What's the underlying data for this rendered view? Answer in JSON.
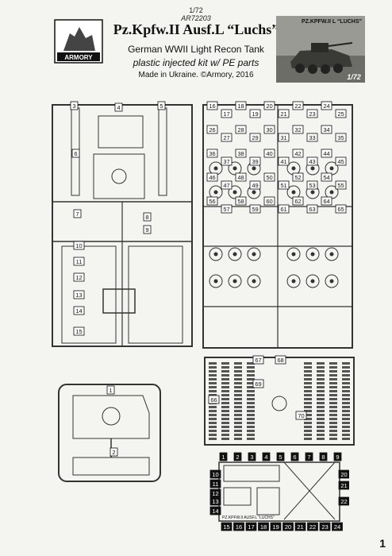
{
  "header": {
    "scale": "1/72",
    "catalog_number": "AR72203",
    "title": "Pz.Kpfw.II Ausf.L “Luchs”",
    "subtitle": "German WWII Light Recon Tank",
    "kit_type": "plastic injected kit w/ PE parts",
    "made_in": "Made in Ukraine. ©Armory, 2016",
    "brand": "ARMORY"
  },
  "box_art": {
    "title": "PZ.KPFW.II L “LUCHS”",
    "scale": "1/72"
  },
  "sprue_a_labels": [
    "3",
    "4",
    "5",
    "6",
    "7",
    "8",
    "9",
    "10",
    "11",
    "12",
    "13",
    "14",
    "15"
  ],
  "sprue_b_labels": [
    "16",
    "17",
    "18",
    "19",
    "20",
    "21",
    "22",
    "23",
    "24",
    "25",
    "26",
    "27",
    "28",
    "29",
    "30",
    "31",
    "32",
    "33",
    "34",
    "35",
    "36",
    "37",
    "38",
    "39",
    "40",
    "41",
    "42",
    "43",
    "44",
    "45",
    "46",
    "47",
    "48",
    "49",
    "50",
    "51",
    "52",
    "53",
    "54",
    "55",
    "56",
    "57",
    "58",
    "59",
    "60",
    "61",
    "62",
    "63",
    "64",
    "65"
  ],
  "sprue_c_labels": [
    "66",
    "67",
    "68",
    "69",
    "70"
  ],
  "sprue_d_labels": [
    "1",
    "2"
  ],
  "pe_sheet": {
    "label": "PZ.KPFW.II AUSF.L “LUCHS”",
    "top_numbers": [
      "1",
      "2",
      "3",
      "4",
      "5",
      "6",
      "7",
      "8",
      "9"
    ],
    "side_numbers": [
      "10",
      "11",
      "12",
      "13",
      "14",
      "20",
      "21",
      "22"
    ],
    "bottom_numbers": [
      "15",
      "16",
      "17",
      "18",
      "19",
      "20",
      "21",
      "22",
      "23",
      "24"
    ]
  },
  "page_number": "1",
  "colors": {
    "paper": "#f4f4f1",
    "ink": "#1a1a1a",
    "sprue": "#333333"
  }
}
